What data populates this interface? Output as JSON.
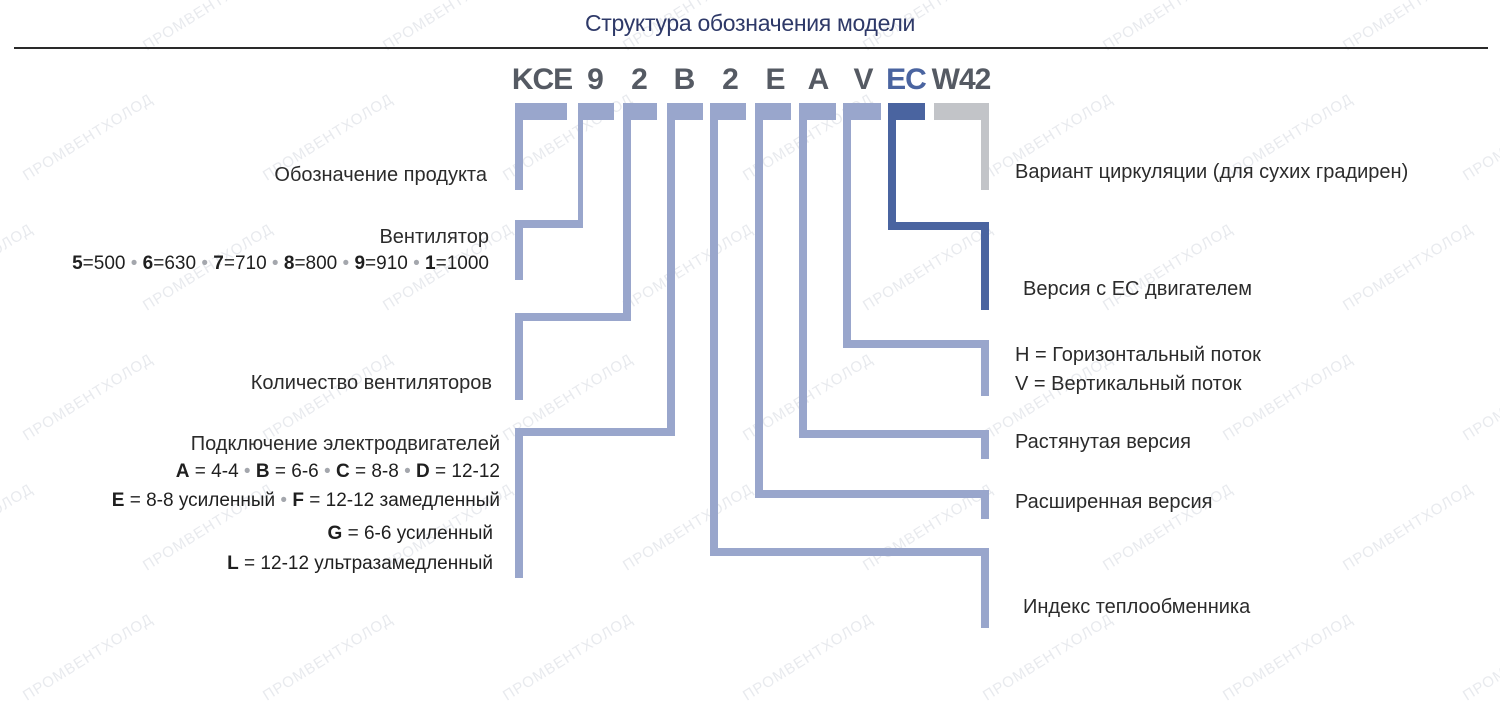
{
  "title": "Структура обозначения модели",
  "watermark": "ПРОМВЕНТХОЛОД",
  "colors": {
    "connector": "#99a6cc",
    "connector_ec": "#4a64a0",
    "connector_w42": "#c2c4c8",
    "code_text": "#555a63",
    "code_accent": "#4a64a0"
  },
  "code": [
    "KCE",
    "9",
    "2",
    "B",
    "2",
    "E",
    "A",
    "V",
    "EC",
    "W42"
  ],
  "labels": {
    "product": "Обозначение продукта",
    "fan": "Вентилятор",
    "fan_sizes": [
      {
        "key": "5",
        "val": "=500"
      },
      {
        "key": "6",
        "val": "=630"
      },
      {
        "key": "7",
        "val": "=710"
      },
      {
        "key": "8",
        "val": "=800"
      },
      {
        "key": "9",
        "val": "=910"
      },
      {
        "key": "1",
        "val": "=1000"
      }
    ],
    "fan_count": "Количество вентиляторов",
    "motor": "Подключение электродвигателей",
    "motor_options": {
      "row1": [
        {
          "key": "A",
          "val": " = 4-4"
        },
        {
          "key": "B",
          "val": " = 6-6"
        },
        {
          "key": "C",
          "val": " = 8-8"
        },
        {
          "key": "D",
          "val": " = 12-12"
        }
      ],
      "row2": [
        {
          "key": "E",
          "val": " = 8-8 усиленный"
        },
        {
          "key": "F",
          "val": " = 12-12 замедленный"
        }
      ],
      "row3": [
        {
          "key": "G",
          "val": " = 6-6 усиленный"
        }
      ],
      "row4": [
        {
          "key": "L",
          "val": " = 12-12 ультразамедленный"
        }
      ]
    },
    "circulation": "Вариант циркуляции (для сухих градирен)",
    "ec_version": "Версия с ЕС двигателем",
    "flow_h": "H  = Горизонтальный поток",
    "flow_v": "V = Вертикальный поток",
    "extended": "Растянутая версия",
    "widened": "Расширенная версия",
    "hx_index": "Индекс теплообменника"
  }
}
